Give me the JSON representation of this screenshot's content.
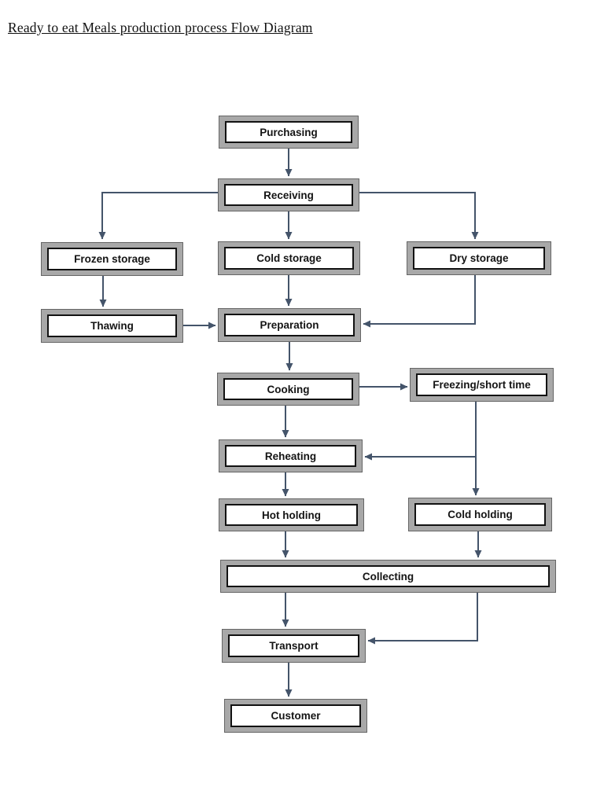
{
  "title": "Ready to eat Meals production process Flow Diagram",
  "diagram": {
    "nodes": {
      "purchasing": {
        "label": "Purchasing"
      },
      "receiving": {
        "label": "Receiving"
      },
      "frozen_storage": {
        "label": "Frozen storage"
      },
      "cold_storage": {
        "label": "Cold storage"
      },
      "dry_storage": {
        "label": "Dry storage"
      },
      "thawing": {
        "label": "Thawing"
      },
      "preparation": {
        "label": "Preparation"
      },
      "cooking": {
        "label": "Cooking"
      },
      "freezing_short_time": {
        "label": "Freezing/short time"
      },
      "reheating": {
        "label": "Reheating"
      },
      "hot_holding": {
        "label": "Hot holding"
      },
      "cold_holding": {
        "label": "Cold holding"
      },
      "collecting": {
        "label": "Collecting"
      },
      "transport": {
        "label": "Transport"
      },
      "customer": {
        "label": "Customer"
      }
    },
    "edges": [
      {
        "from": "Purchasing",
        "to": "Receiving"
      },
      {
        "from": "Receiving",
        "to": "Frozen storage"
      },
      {
        "from": "Receiving",
        "to": "Cold storage"
      },
      {
        "from": "Receiving",
        "to": "Dry storage"
      },
      {
        "from": "Frozen storage",
        "to": "Thawing"
      },
      {
        "from": "Thawing",
        "to": "Preparation"
      },
      {
        "from": "Cold storage",
        "to": "Preparation"
      },
      {
        "from": "Dry storage",
        "to": "Preparation"
      },
      {
        "from": "Preparation",
        "to": "Cooking"
      },
      {
        "from": "Cooking",
        "to": "Freezing/short time"
      },
      {
        "from": "Cooking",
        "to": "Reheating"
      },
      {
        "from": "Freezing/short time",
        "to": "Reheating"
      },
      {
        "from": "Freezing/short time",
        "to": "Cold holding"
      },
      {
        "from": "Reheating",
        "to": "Hot holding"
      },
      {
        "from": "Hot holding",
        "to": "Collecting"
      },
      {
        "from": "Cold holding",
        "to": "Collecting"
      },
      {
        "from": "Collecting",
        "to": "Transport"
      },
      {
        "from": "Transport",
        "to": "Customer"
      }
    ],
    "colors": {
      "box_band": "#a8a8a8",
      "box_fill": "#ffffff",
      "box_border": "#121212",
      "arrow": "#44546a",
      "title_text": "#111111"
    }
  }
}
